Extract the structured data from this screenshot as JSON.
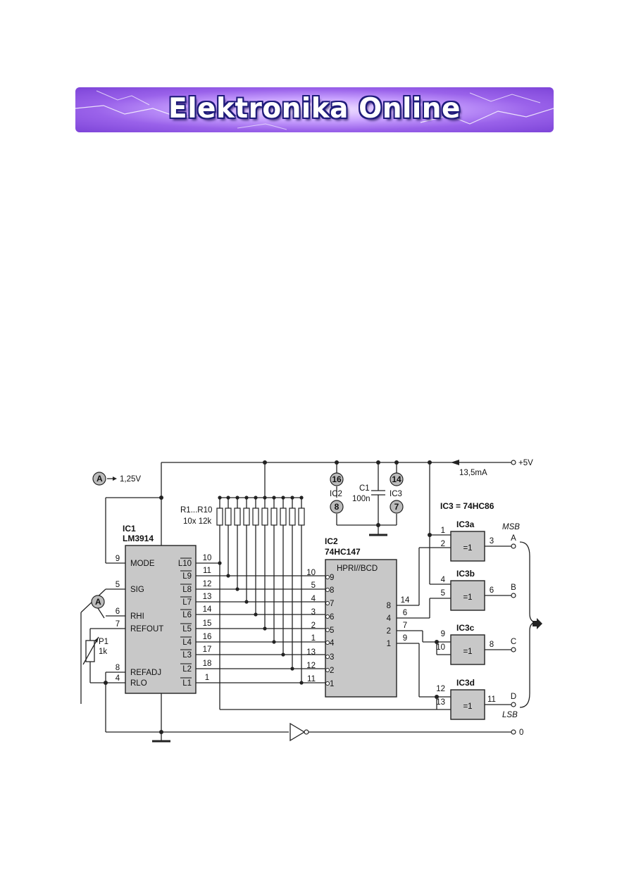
{
  "banner": {
    "title": "Elektronika Online"
  },
  "schematic": {
    "supply_label": "+5V",
    "current_label": "13,5mA",
    "ref_point": "A",
    "ref_voltage": "1,25V",
    "ic1": {
      "ref": "IC1",
      "part": "LM3914",
      "left_pins": [
        {
          "num": "9",
          "name": "MODE"
        },
        {
          "num": "5",
          "name": "SIG"
        },
        {
          "num": "6",
          "name": "RHI"
        },
        {
          "num": "7",
          "name": "REFOUT"
        },
        {
          "num": "8",
          "name": "REFADJ"
        },
        {
          "num": "4",
          "name": "RLO"
        }
      ],
      "right_pins": [
        {
          "num": "10",
          "name": "L10"
        },
        {
          "num": "11",
          "name": "L9"
        },
        {
          "num": "12",
          "name": "L8"
        },
        {
          "num": "13",
          "name": "L7"
        },
        {
          "num": "14",
          "name": "L6"
        },
        {
          "num": "15",
          "name": "L5"
        },
        {
          "num": "16",
          "name": "L4"
        },
        {
          "num": "17",
          "name": "L3"
        },
        {
          "num": "18",
          "name": "L2"
        },
        {
          "num": "1",
          "name": "L1"
        }
      ]
    },
    "resistors": {
      "ref": "R1...R10",
      "value": "10x 12k"
    },
    "pot": {
      "ref": "P1",
      "value": "1k"
    },
    "ic2": {
      "ref": "IC2",
      "part": "74HC147",
      "function": "HPRI//BCD",
      "inputs": [
        {
          "num": "10",
          "label": "9"
        },
        {
          "num": "5",
          "label": "8"
        },
        {
          "num": "4",
          "label": "7"
        },
        {
          "num": "3",
          "label": "6"
        },
        {
          "num": "2",
          "label": "5"
        },
        {
          "num": "1",
          "label": "4"
        },
        {
          "num": "13",
          "label": "3"
        },
        {
          "num": "12",
          "label": "2"
        },
        {
          "num": "11",
          "label": "1"
        }
      ],
      "outputs": [
        {
          "num": "14",
          "label": "8"
        },
        {
          "num": "6",
          "label": "4"
        },
        {
          "num": "7",
          "label": "2"
        },
        {
          "num": "9",
          "label": "1"
        }
      ]
    },
    "supply_pins": {
      "ic2_label": "IC2",
      "ic3_label": "IC3",
      "ic2_vcc": "16",
      "ic2_gnd": "8",
      "ic3_vcc": "14",
      "ic3_gnd": "7"
    },
    "capacitor": {
      "ref": "C1",
      "value": "100n"
    },
    "ic3_note": "IC3 = 74HC86",
    "gates": [
      {
        "ref": "IC3a",
        "in1": "1",
        "in2": "2",
        "out": "3",
        "symbol": "=1",
        "output_label": "A"
      },
      {
        "ref": "IC3b",
        "in1": "4",
        "in2": "5",
        "out": "6",
        "symbol": "=1",
        "output_label": "B"
      },
      {
        "ref": "IC3c",
        "in1": "9",
        "in2": "10",
        "out": "8",
        "symbol": "=1",
        "output_label": "C"
      },
      {
        "ref": "IC3d",
        "in1": "12",
        "in2": "13",
        "out": "11",
        "symbol": "=1",
        "output_label": "D"
      }
    ],
    "msb_label": "MSB",
    "lsb_label": "LSB",
    "zero_label": "0"
  }
}
